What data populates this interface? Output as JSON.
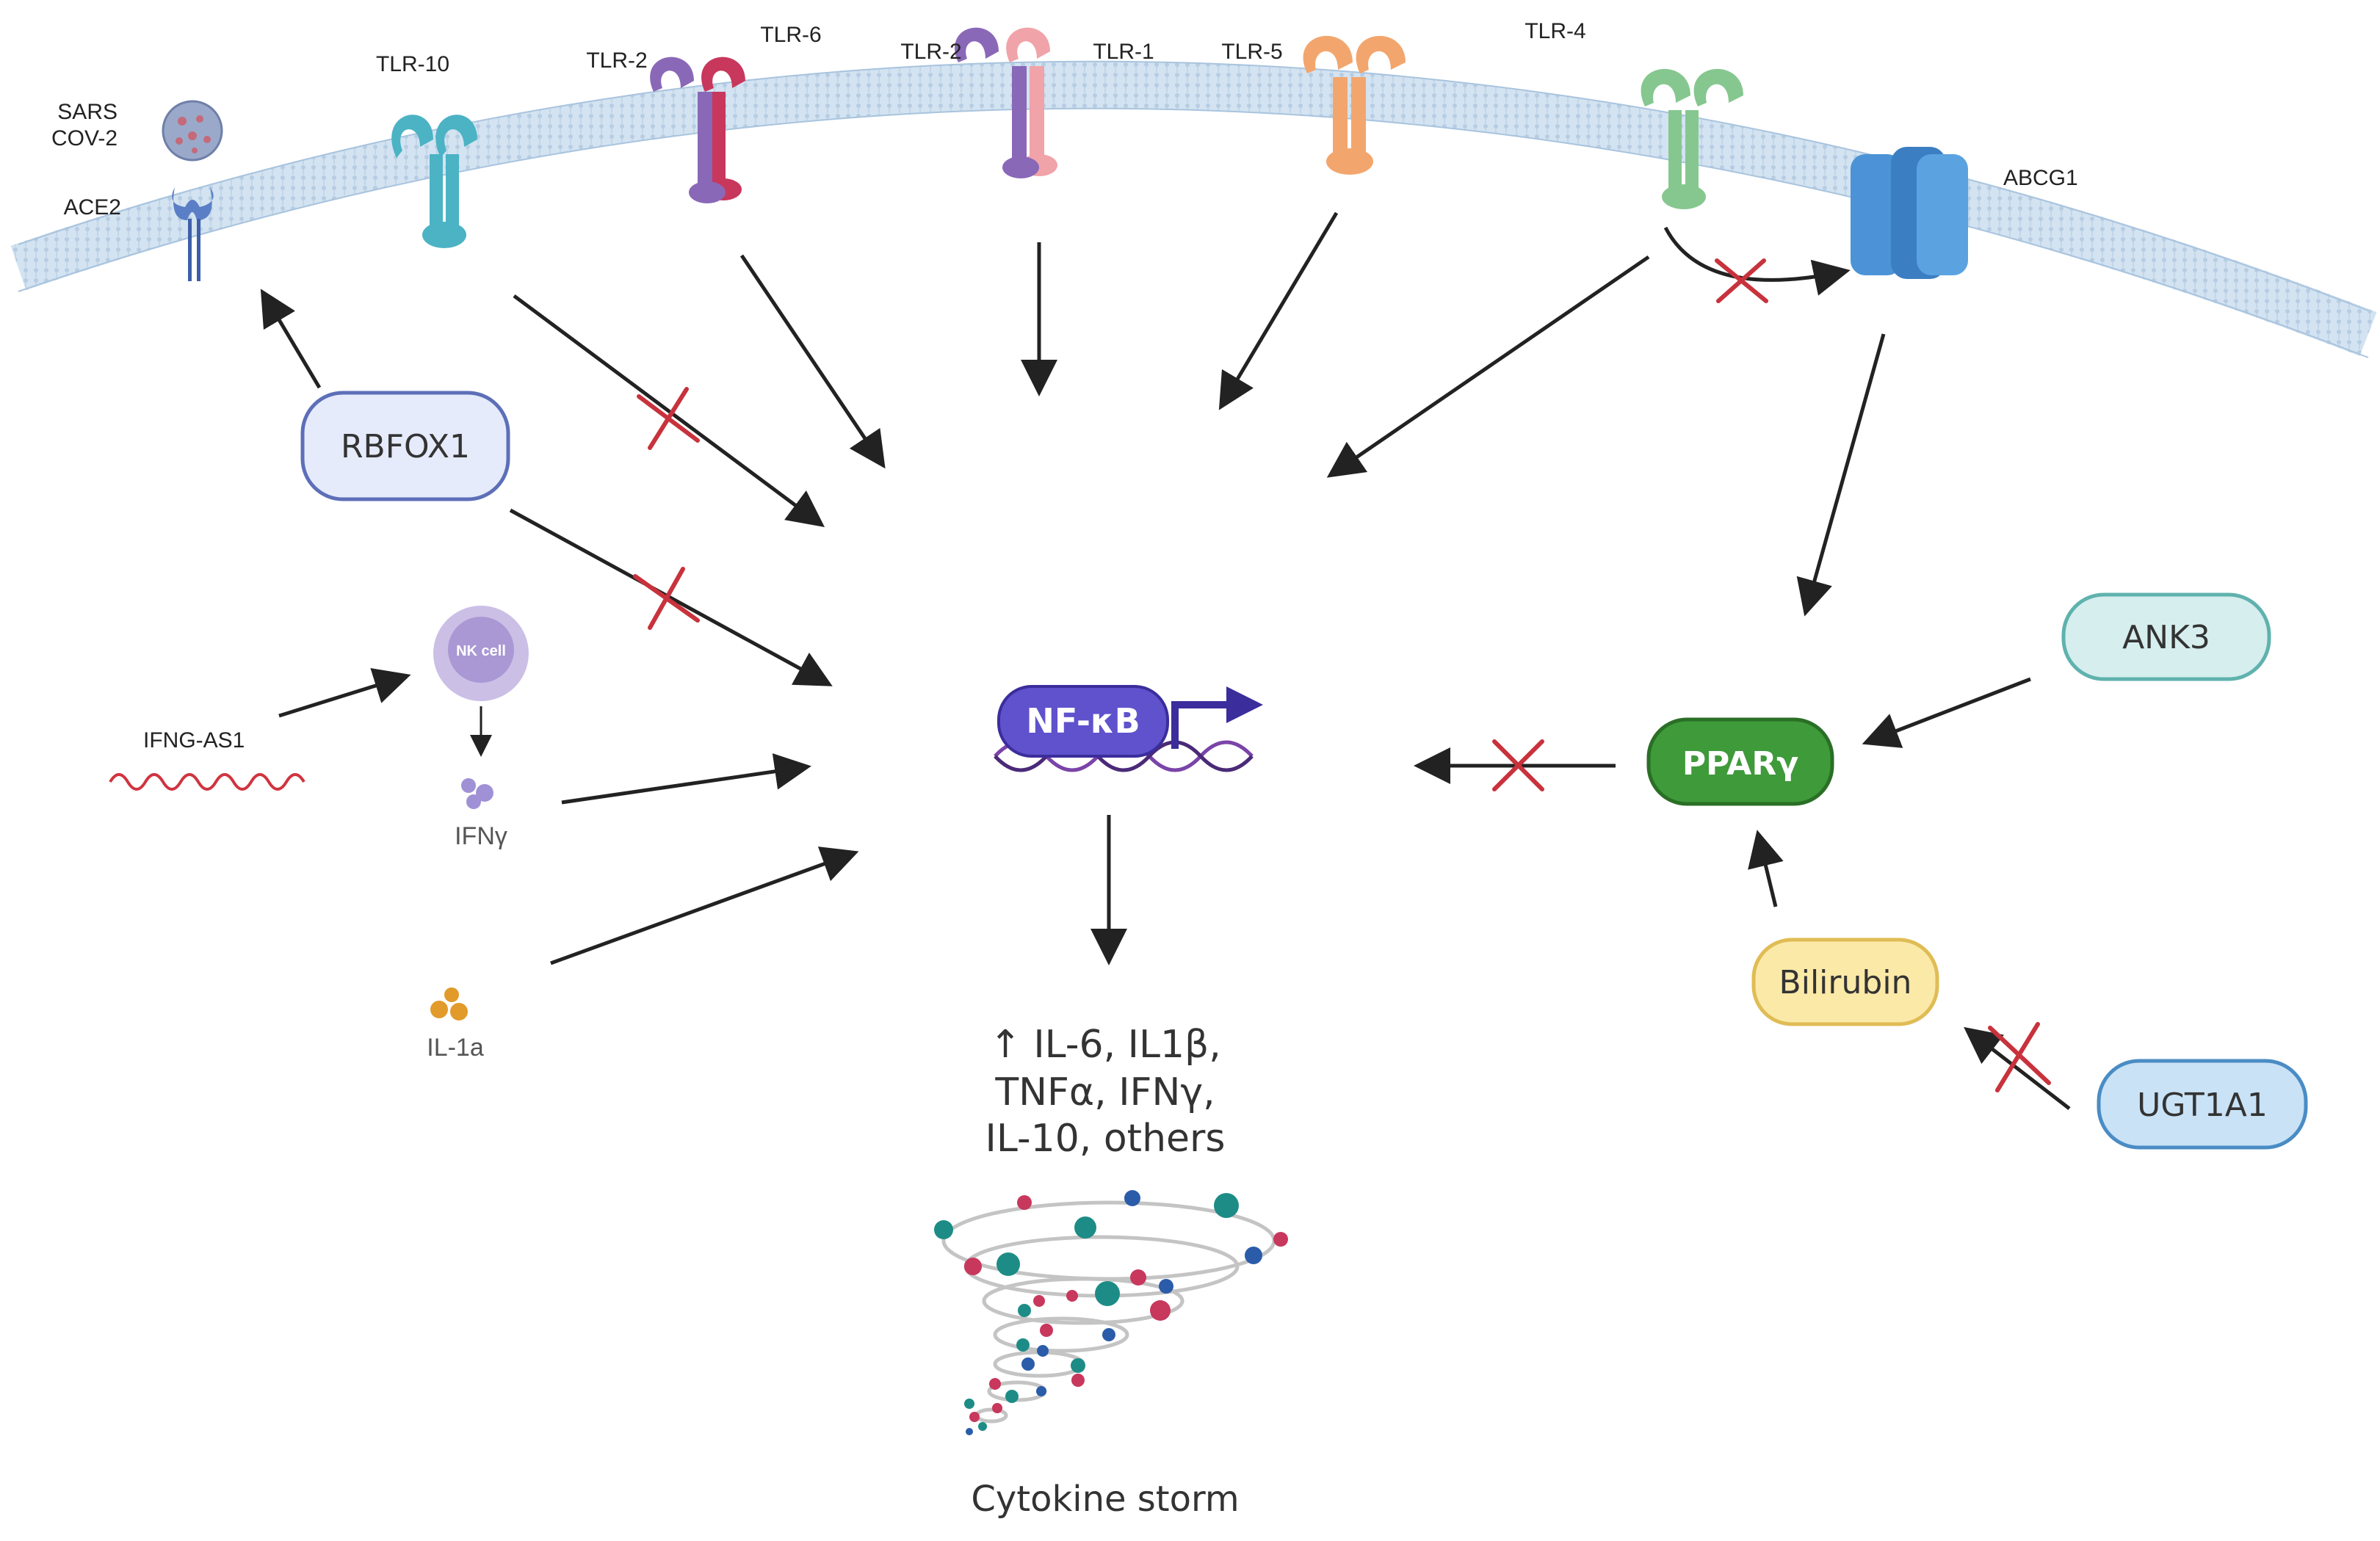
{
  "receptors": {
    "sars_cov2": [
      "SARS",
      "COV-2"
    ],
    "ace2": "ACE2",
    "tlr10": "TLR-10",
    "tlr2_a": "TLR-2",
    "tlr6": "TLR-6",
    "tlr2_b": "TLR-2",
    "tlr1": "TLR-1",
    "tlr5": "TLR-5",
    "tlr4": "TLR-4",
    "abcg1": "ABCG1"
  },
  "nodes": {
    "rbfox1": "RBFOX1",
    "ifng_as1": "IFNG-AS1",
    "nk_cell": "NK cell",
    "ifng": "IFNγ",
    "il1a": "IL-1a",
    "nfkb": "NF-κB",
    "ppargamma": "PPARγ",
    "ank3": "ANK3",
    "bilirubin": "Bilirubin",
    "ugt1a1": "UGT1A1"
  },
  "outcome": {
    "cytokines": [
      "↑ IL-6, IL1β,",
      "TNFα, IFNγ,",
      "IL-10, others"
    ],
    "storm_label": "Cytokine storm"
  },
  "colors": {
    "membrane": "#c5d9ec",
    "tlr10": "#4bb3c4",
    "tlr2": "#8a68b8",
    "tlr6": "#c8375c",
    "tlr1": "#f0a3a8",
    "tlr5": "#f2a66d",
    "tlr4": "#86c78f",
    "abcg1": "#4b93d6",
    "nfkb": "#5f52cc",
    "ppargamma": "#3f9a3a",
    "inhibit": "#c8323c"
  }
}
